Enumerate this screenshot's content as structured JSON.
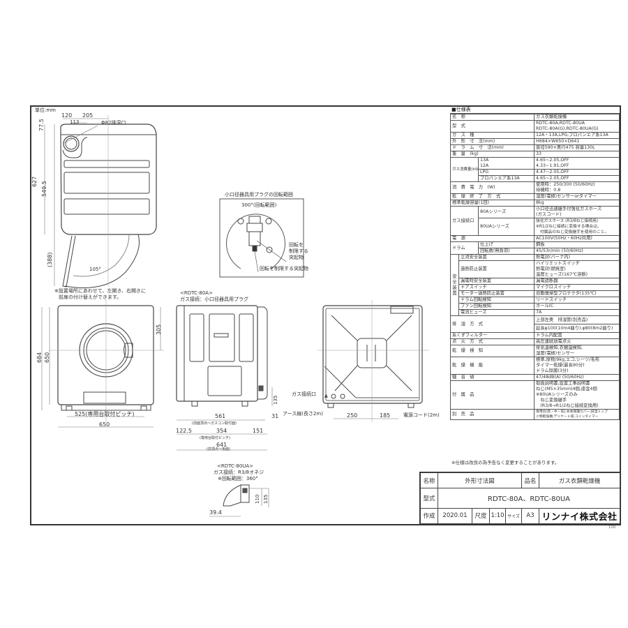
{
  "drawing": {
    "unit_label": "単位:mm",
    "top_view": {
      "dims": {
        "d120": "120",
        "d205": "205",
        "d113": "113",
        "d77_5": "77.5",
        "d627": "627",
        "d549_5": "549.5",
        "d388": "(388)",
        "angle": "105°"
      },
      "exhaust_label": "Φ82排湿口",
      "note_line1": "※設置場所にあわせて、左開き、右開きに",
      "note_line2": "前扉の付け替えができます。"
    },
    "plug_detail": {
      "title": "小口径器具用プラグの回転範囲",
      "range": "300°(回転範囲)",
      "stopper_right_1": "回転を",
      "stopper_right_2": "制限する",
      "stopper_right_3": "突起物",
      "stopper_bottom": "回転を制限する突起物"
    },
    "front_view": {
      "dims": {
        "d684": "684",
        "d650h": "650",
        "d305": "305",
        "d525": "525(専用台取付ピッチ)",
        "d650w": "650"
      }
    },
    "side_view": {
      "model": "<RDTC-80A>",
      "gas": "ガス接続：小口径器具用プラグ",
      "dims": {
        "d561": "561",
        "d561_note": "(前面頂点～ガスコン取付面)",
        "d31": "31",
        "d122_5": "122.5",
        "d354": "354",
        "d354_note": "(専用台取付ピッチ)",
        "d151": "151",
        "d641": "641",
        "d641_note": "(前頂点～後面)",
        "d135": "135"
      }
    },
    "rear_view": {
      "gas_port": "ガス接続口",
      "earth": "アース線(長さ2m)",
      "power": "電源コード(2m)",
      "marker_a": "A",
      "dims": {
        "d250": "250",
        "d185": "185"
      }
    },
    "ua_detail": {
      "model": "<RDTC-80UA>",
      "gas": "ガス接続：R3/8オネジ",
      "rotation": "※回転範囲：360°",
      "dims": {
        "d110": "110",
        "d135": "135",
        "d39_4": "39.4"
      }
    }
  },
  "spec": {
    "title": "■仕様表",
    "rows": [
      {
        "k": "名　称",
        "v": "ガス衣類乾燥機"
      },
      {
        "k": "型　式",
        "v": "RDTC-80A,RDTC-80UA\nRDTC-80A(G),RDTC-80UA(G)"
      },
      {
        "k": "ガ　ス　種",
        "v": "12A・13A,LPG,プロパンエア系13A"
      },
      {
        "k": "外　形　寸　法(mm)",
        "v": "H684×W650×D641"
      },
      {
        "k": "ド　ラ　ム　寸　法(mm)",
        "v": "直径590×奥行475 容量130L"
      },
      {
        "k": "重　量　(kg)",
        "v": "33"
      }
    ],
    "gas_consumption": {
      "label": "ガス消費量(kW)",
      "rows": [
        {
          "k": "13A\n12A",
          "v": "4.65~2.05,OFF\n4.33~1.91,OFF"
        },
        {
          "k": "LPG",
          "v": "4.47~2.05,OFF"
        },
        {
          "k": "プロパンエア系13A",
          "v": "4.65~2.05,OFF"
        }
      ]
    },
    "rows2": [
      {
        "k": "消　費　電　力　(W)",
        "v": "使用時：250/300 (50/60Hz)\n待機時：0.8"
      },
      {
        "k": "乾　燥　終　了　方　式",
        "v": "湿度(電極)センサーorタイマー"
      },
      {
        "k": "標準乾燥容量(1回)",
        "v": "8kg"
      }
    ],
    "gas_port": {
      "label": "ガス接続口",
      "rows": [
        {
          "k": "80Aシリーズ",
          "v": "小口径迅速継手付強化ガスホース\n(ガスコード)"
        },
        {
          "k": "80UAシリーズ",
          "v": "強化ガスホース (R3/8ねじ接続用)\n※R1/2ねじ接続に変換する場合は、\n　付属品のねじ変換継手を使用のこと。"
        }
      ]
    },
    "power": {
      "k": "電　源",
      "v": "AC100V(50Hz・60Hz共用)"
    },
    "drum": {
      "label": "ドラム",
      "rows": [
        {
          "k": "仕上げ",
          "v": "鋼板"
        },
        {
          "k": "回転数(無負荷)",
          "v": "45/53r/min (50/60Hz)"
        }
      ]
    },
    "safety": {
      "label": "安全装置",
      "rows": [
        {
          "k": "立消安全装置",
          "v": "熱電対(バーナ内)"
        },
        {
          "k": "過熱防止装置",
          "v": "ハイリミットスイッチ\n熱電対(燃焼室)\n温度ヒューズ(167℃溶断)"
        },
        {
          "k": "漏電時安全装置",
          "v": "漏電遮断器"
        },
        {
          "k": "ドアスイッチ",
          "v": "マイクロスイッチ"
        },
        {
          "k": "モーター過熱防止装置",
          "v": "自動復帰型プロテクタ(135℃)"
        },
        {
          "k": "ドラム回転検知",
          "v": "リードスイッチ"
        },
        {
          "k": "ファン回転検知",
          "v": "ホールIC"
        },
        {
          "k": "電流ヒューズ",
          "v": "7A"
        }
      ]
    },
    "exhaust": {
      "k": "排　湿　方　式",
      "v1": "上部左奥　排湿管(別売品)",
      "v2": "延長φ100(10m4曲り),φ80(8m2曲り)"
    },
    "rows3": [
      {
        "k": "糸くずフィルター",
        "v": "ドラム内配置"
      },
      {
        "k": "点　火　方　式",
        "v": "高圧連続放電点火"
      },
      {
        "k": "乾　燥　検　知",
        "v": "排気温検知,衣類温検知,\n湿度(電極)センサー"
      },
      {
        "k": "乾　燥　機　能",
        "v": "標準,厚物/9kg,エコ,シーツ/毛布\nタイマー乾燥(最長90分)\nドラム除菌(3分)"
      },
      {
        "k": "騒　音　値",
        "v": "47/48dB(A) (50/60Hz)"
      },
      {
        "k": "付　属　品",
        "v": "取扱説明書,設置工事説明書\nねじ(M5×35mm)4個,座金4個\n※80UAシリーズのみ\n　ねじ変換継手\n　(R3/8→R1/2ねじ接続変換用)"
      },
      {
        "k": "別　売　品",
        "v": "専用台(高・中・低),本体保護カバー,排湿トップ\n小物乾燥棚,デリケート袋,コインタイマー"
      }
    ],
    "note": "※仕様は改良の為予告なく変更することがあります。"
  },
  "title_block": {
    "name_label": "名称",
    "name_value": "外形寸法図",
    "product_label": "品名",
    "product_value": "ガス衣類乾燥機",
    "model_label": "型式",
    "model_value": "RDTC-80A、RDTC-80UA",
    "created_label": "作成",
    "created_value": "2020.01",
    "scale_label": "尺度",
    "scale_value": "1:10",
    "size_label": "サイズ",
    "size_value": "A3",
    "company": "リンナイ株式会社",
    "page_no": "100"
  }
}
